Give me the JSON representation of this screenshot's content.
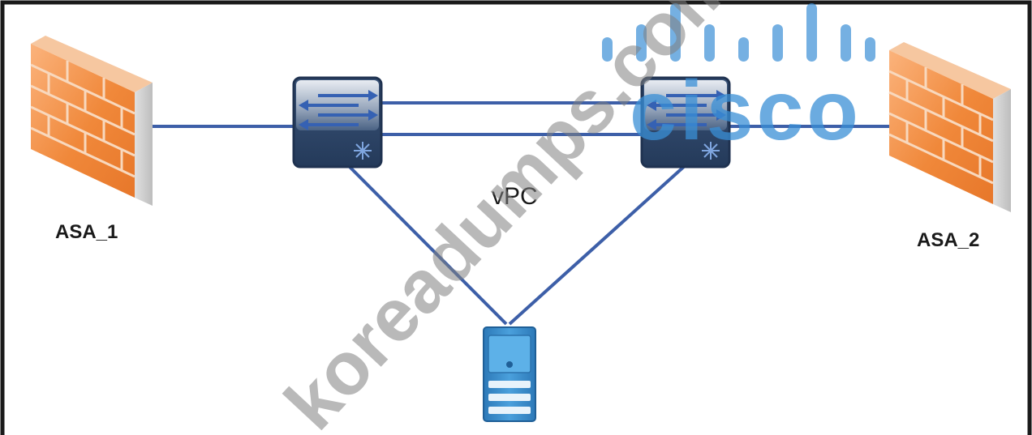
{
  "nodes": {
    "asa_1": {
      "label": "ASA_1",
      "type": "firewall",
      "icon": "firewall-icon"
    },
    "asa_2": {
      "label": "ASA_2",
      "type": "firewall",
      "icon": "firewall-icon"
    },
    "switch_left": {
      "type": "switch",
      "icon": "switch-icon"
    },
    "switch_right": {
      "type": "switch",
      "icon": "switch-icon"
    },
    "server": {
      "type": "server",
      "icon": "server-icon"
    }
  },
  "vpc_label": "vPC",
  "watermarks": {
    "site": "koreadumps.com",
    "brand": "cisco"
  },
  "colors": {
    "link": "#3d5fa8",
    "frame": "#1a1a1a",
    "firewall": "#f08a3c",
    "switch": "#3f5b85",
    "server": "#3f8fcd",
    "brand": "#3a8fd6"
  }
}
